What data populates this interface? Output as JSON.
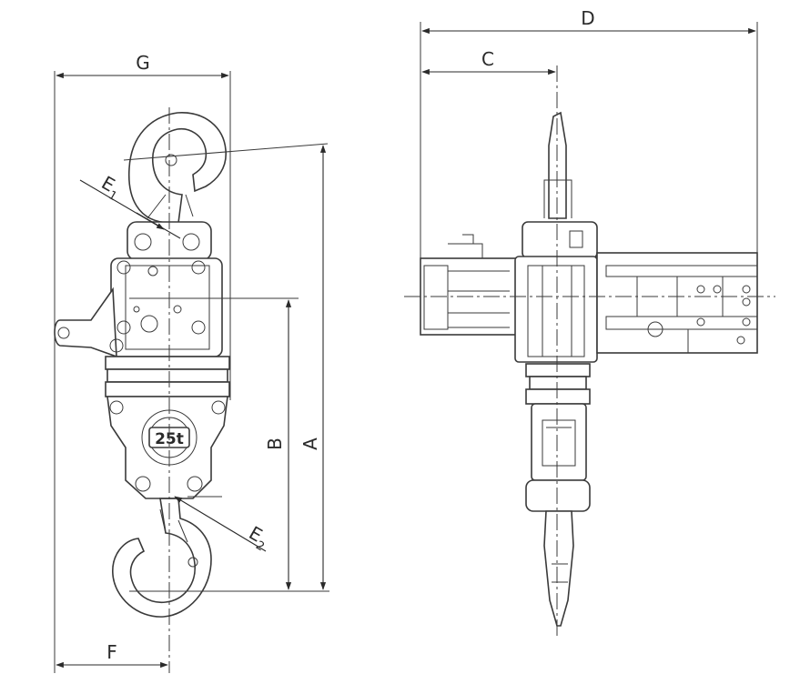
{
  "dimension_labels": {
    "A": "A",
    "B": "B",
    "C": "C",
    "D": "D",
    "E1": "E",
    "E1_sub": "1",
    "E2": "E",
    "E2_sub": "2",
    "F": "F",
    "G": "G"
  },
  "capacity_badge": "25t",
  "colors": {
    "line": "#3a3a3a",
    "background": "#ffffff"
  }
}
